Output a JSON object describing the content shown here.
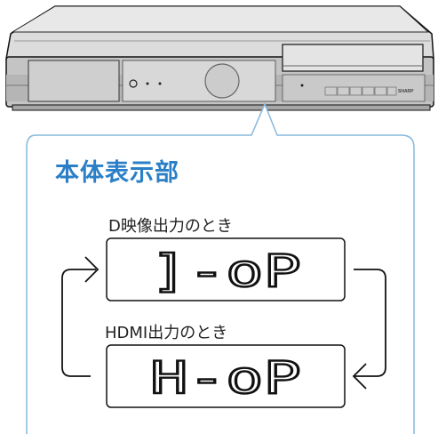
{
  "device": {
    "brand": "SHARP"
  },
  "panel": {
    "title": "本体表示部",
    "title_color": "#2b7fc7",
    "frame_color": "#86b8dd"
  },
  "displays": [
    {
      "caption": "D映像出力のとき",
      "lcd_text": "]-oP"
    },
    {
      "caption": "HDMI出力のとき",
      "lcd_text": "H-oP"
    }
  ]
}
